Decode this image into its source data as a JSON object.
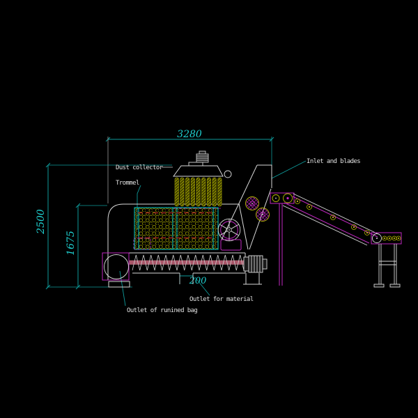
{
  "drawing": {
    "title": "Bag breaker / trommel machine CAD elevation",
    "background": "#000000",
    "colors": {
      "dimension": "#0e9a9a",
      "dimension_text": "#1fd0d0",
      "outline_white": "#d9d9d9",
      "magenta": "#c028c0",
      "cyan": "#00c8c8",
      "olive": "#8f8f00",
      "yellow": "#b8b800",
      "red_stripe": "#9e2020",
      "shaft_rose": "#a85568"
    },
    "dimensions": {
      "overall_width": "3280",
      "overall_height": "2500",
      "body_height": "1675",
      "outlet_width": "200"
    },
    "labels": {
      "dust_collector": "Dust collector",
      "trommel": "Trommel",
      "inlet_blades": "Inlet and blades",
      "outlet_material": "Outlet for material",
      "outlet_bag": "Outlet of runined bag"
    }
  }
}
